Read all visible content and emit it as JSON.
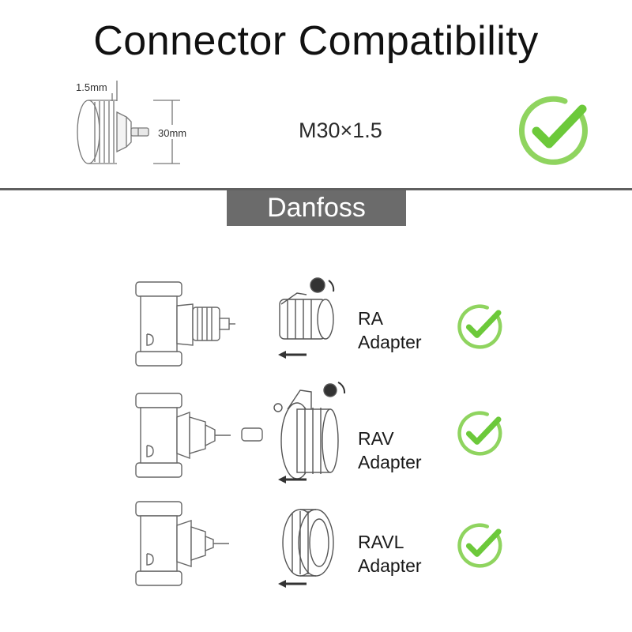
{
  "title": "Connector Compatibility",
  "connector": {
    "dimension_small": "1.5mm",
    "dimension_diameter": "30mm",
    "thread": "M30×1.5",
    "compatible": true
  },
  "brand": "Danfoss",
  "adapters": [
    {
      "name": "RA",
      "suffix": "Adapter",
      "compatible": true
    },
    {
      "name": "RAV",
      "suffix": "Adapter",
      "compatible": true
    },
    {
      "name": "RAVL",
      "suffix": "Adapter",
      "compatible": true
    }
  ],
  "colors": {
    "check_green": "#6cc93a",
    "check_ring": "#8fd45f",
    "divider": "#5f5f5f",
    "brand_box": "#6b6b6b",
    "line_art": "#666666"
  }
}
